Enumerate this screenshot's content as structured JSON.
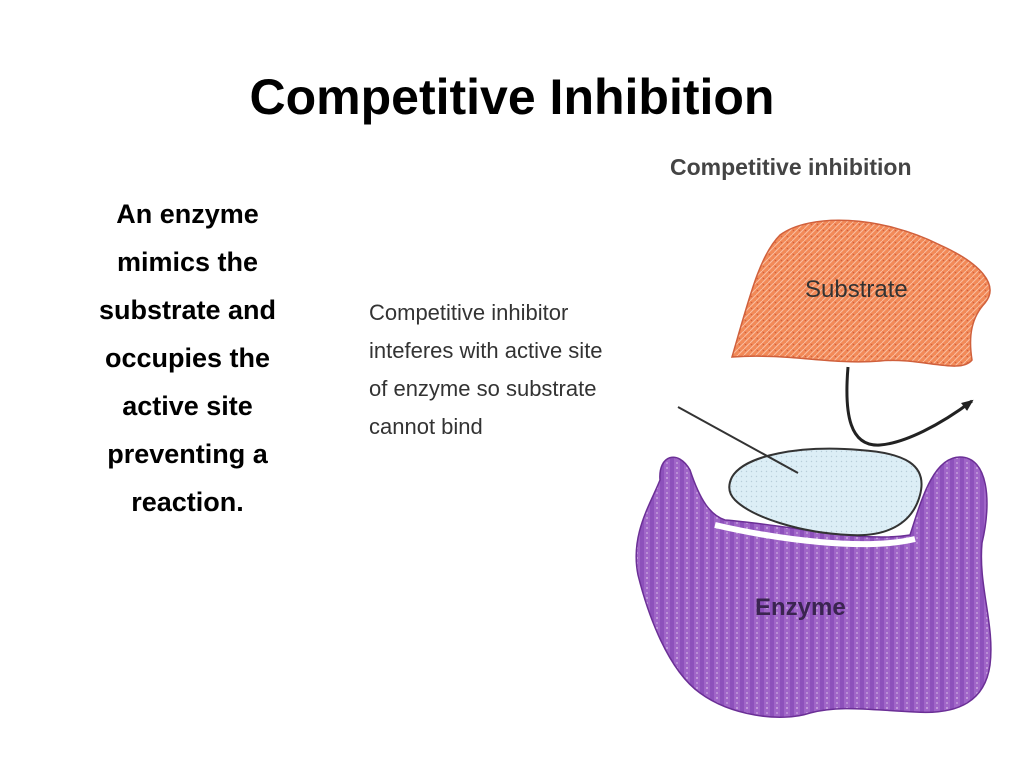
{
  "slide": {
    "title": "Competitive Inhibition",
    "body_lines": [
      "An enzyme",
      "mimics the",
      "substrate and",
      "occupies the",
      "active site",
      "preventing a",
      "reaction."
    ]
  },
  "figure": {
    "title": "Competitive inhibition",
    "substrate_label": "Substrate",
    "enzyme_label": "Enzyme",
    "inhibitor_caption": [
      "Competitive inhibitor",
      "inteferes with active site",
      "of enzyme so substrate",
      "cannot bind"
    ],
    "colors": {
      "substrate_fill": "#f28a58",
      "substrate_light": "#f5b183",
      "enzyme_fill": "#a065c8",
      "enzyme_dark": "#7e3fb0",
      "inhibitor_fill": "#dceef6",
      "text_dark": "#333333"
    }
  }
}
